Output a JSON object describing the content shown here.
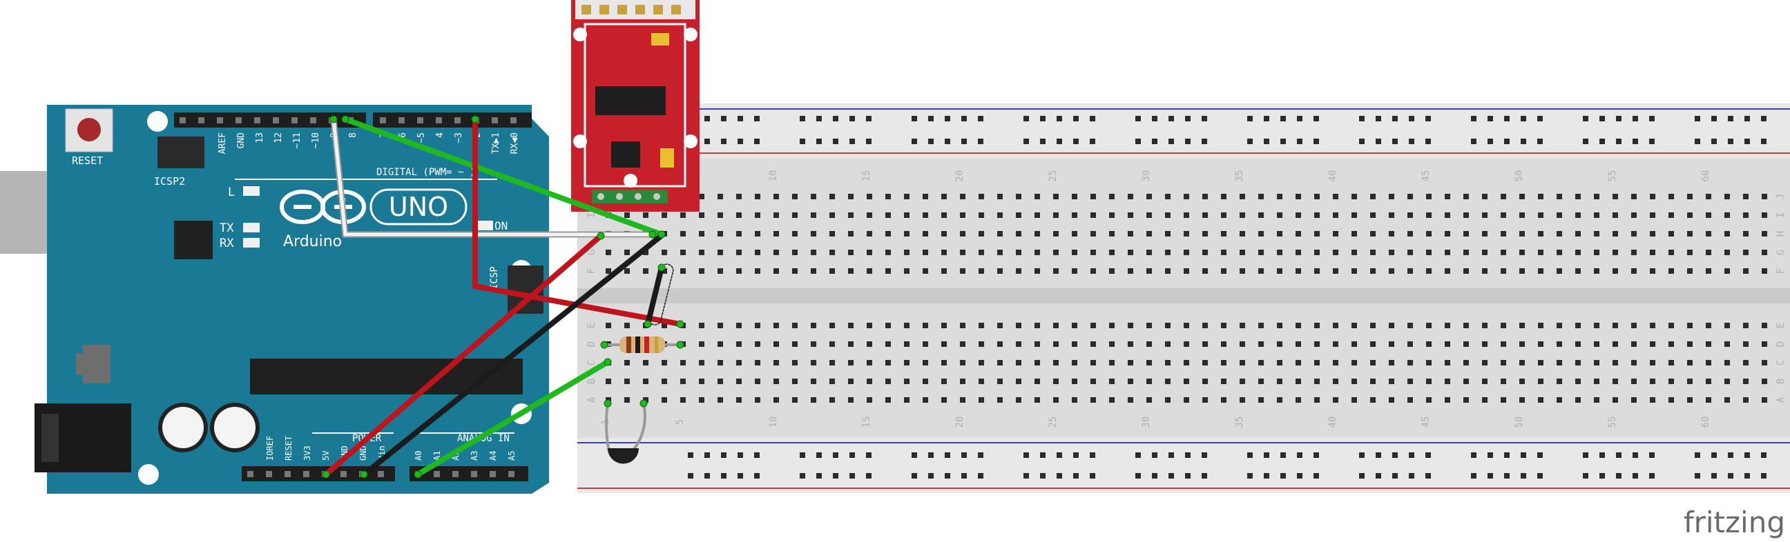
{
  "arduino": {
    "reset_label": "RESET",
    "icsp2_label": "ICSP2",
    "icsp_label": "ICSP",
    "brand": "Arduino",
    "model": "UNO",
    "l_label": "L",
    "tx_label": "TX",
    "rx_label": "RX",
    "on_label": "ON",
    "digital_label": "DIGITAL (PWM= ~ )",
    "top_pins_left": [
      "AREF",
      "GND",
      "13",
      "12",
      "~11",
      "~10",
      "~9",
      "8"
    ],
    "top_pins_right": [
      "7",
      "~6",
      "~5",
      "4",
      "~3",
      "2",
      "TX▶1",
      "RX◀0"
    ],
    "power_label": "POWER",
    "analog_label": "ANALOG IN",
    "bottom_pins_left": [
      "IOREF",
      "RESET",
      "3V3",
      "5V",
      "GND",
      "GND",
      "Vin"
    ],
    "bottom_pins_right": [
      "A0",
      "A1",
      "A2",
      "A3",
      "A4",
      "A5"
    ]
  },
  "breadboard": {
    "column_numbers": [
      "1",
      "5",
      "10",
      "15",
      "20",
      "25",
      "30",
      "35",
      "40",
      "45",
      "50",
      "55",
      "60"
    ],
    "top_row_letters": [
      "J",
      "I",
      "H",
      "G",
      "F"
    ],
    "bottom_row_letters": [
      "E",
      "D",
      "C",
      "B",
      "A"
    ]
  },
  "watermark": "fritzing",
  "colors": {
    "board_teal": "#1a7a96",
    "breadboard_gray": "#d9d9d9",
    "module_red": "#c8202a",
    "wire_green": "#1fb81f",
    "wire_red": "#c0131b",
    "wire_black": "#1b1b1b",
    "wire_white": "#f2f2f2",
    "rail_blue": "#3b3bd1",
    "rail_red": "#d13b3b"
  }
}
